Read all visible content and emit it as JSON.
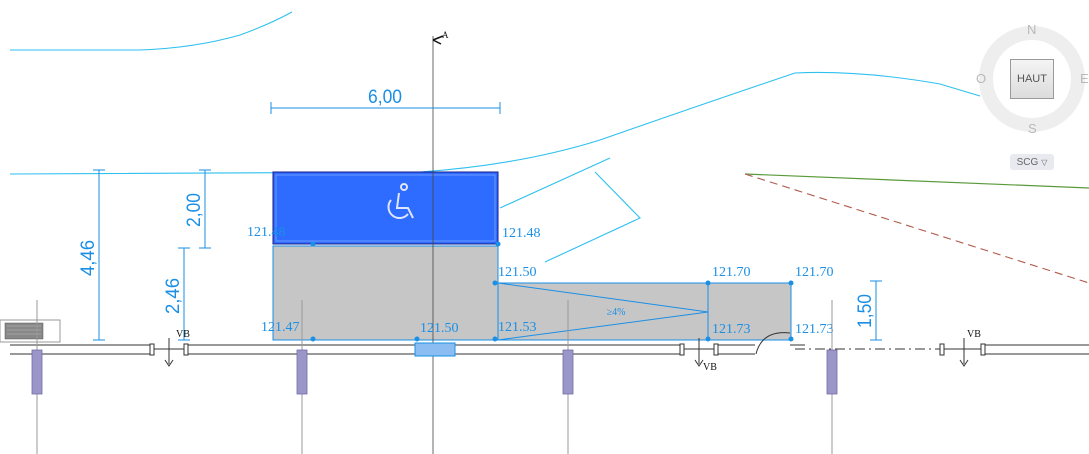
{
  "colors": {
    "dimension": "#1a8fe6",
    "terrain": "#2ec0ef",
    "parking_fill": "#2e6bff",
    "slab_fill": "#c6c6c6",
    "green_line": "#5a9a3a",
    "dashed_line": "#b05a4a",
    "post": "#9a97c8",
    "text_black": "#111111"
  },
  "section_marker": {
    "label": "A"
  },
  "dimensions": {
    "top_width": "6,00",
    "left_total": "4,46",
    "left_upper": "2,00",
    "left_lower": "2,46",
    "right_height": "1,50"
  },
  "parking": {
    "icon": "wheelchair-accessible-icon"
  },
  "slope_label": "≥4%",
  "elevations": {
    "e1": "121.48",
    "e2": "121.48",
    "e3": "121.50",
    "e4": "121.70",
    "e5": "121.70",
    "e6": "121.47",
    "e7": "121.50",
    "e8": "121.53",
    "e9": "121.73",
    "e10": "121.73"
  },
  "valves": {
    "v1": "VB",
    "v2": "VB",
    "v3": "VB"
  },
  "viewcube": {
    "north": "N",
    "south": "S",
    "east": "E",
    "west": "O",
    "face": "HAUT",
    "ucs_label": "SCG",
    "ucs_arrow": "▽"
  }
}
